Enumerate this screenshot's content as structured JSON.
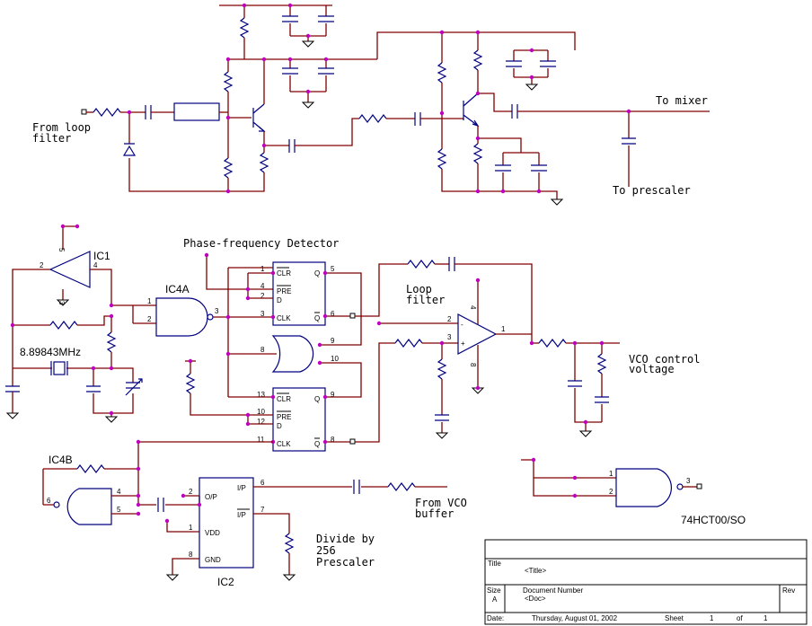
{
  "labels": {
    "from_loop_filter": "From loop\nfilter",
    "to_mixer": "To mixer",
    "to_prescaler": "To prescaler",
    "phase_detector": "Phase-frequency Detector",
    "loop_filter": "Loop\nfilter",
    "vco_control": "VCO control\nvoltage",
    "from_vco_buffer": "From VCO\nbuffer",
    "divide_by": "Divide by\n256\nPrescaler",
    "crystal_freq": "8.89843MHz",
    "ic1": "IC1",
    "ic4a": "IC4A",
    "ic4b": "IC4B",
    "ic2": "IC2",
    "part_74hct00": "74HCT00/SO"
  },
  "ff_pins": {
    "clr": "CLR",
    "pre": "PRE",
    "d": "D",
    "clk": "CLK",
    "q": "Q",
    "qbar": "Q"
  },
  "prescaler_pins": {
    "op": "O/P",
    "vdd": "VDD",
    "gnd": "GND",
    "ip1": "I/P",
    "ip2": "I/P"
  },
  "title_block": {
    "title_label": "Title",
    "title_value": "<Title>",
    "size_label": "Size",
    "size_value": "A",
    "docnum_label": "Document Number",
    "docnum_value": "<Doc>",
    "rev_label": "Rev",
    "date_label": "Date:",
    "date_value": "Thursday, August 01, 2002",
    "sheet_label": "Sheet",
    "sheet_value": "1",
    "of_label": "of",
    "of_value": "1"
  }
}
